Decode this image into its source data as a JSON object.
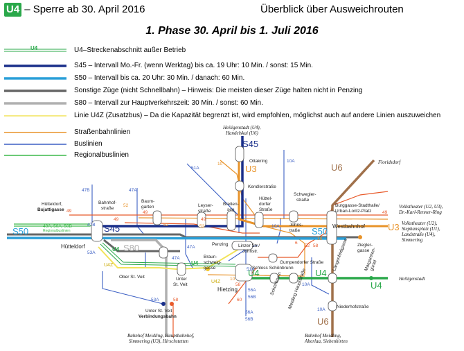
{
  "header": {
    "line_badge": "U4",
    "title_rest": "– Sperre ab 30. April 2016",
    "right_title": "Überblick über Ausweichrouten",
    "phase": "1. Phase   30. April bis 1. Juli 2016"
  },
  "legend": [
    {
      "text": "U4–Streckenabschnitt außer Betrieb",
      "color": "#2aa84a",
      "style": "closed",
      "mark": "U4"
    },
    {
      "text": "S45 – Intervall Mo.-Fr. (wenn Werktag) bis ca. 19 Uhr: 10 Min. / sonst: 15 Min.",
      "color": "#1a2f8a",
      "style": "thick"
    },
    {
      "text": "S50 – Intervall bis ca. 20 Uhr: 30 Min. / danach: 60 Min.",
      "color": "#2a9fd8",
      "style": "thick"
    },
    {
      "text": "Sonstige Züge (nicht Schnellbahn) – Hinweis: Die meisten dieser Züge halten nicht in Penzing",
      "color": "#666666",
      "style": "thick"
    },
    {
      "text": "S80 – Intervall zur Hauptverkehrszeit: 30 Min. / sonst: 60 Min.",
      "color": "#b0b0b0",
      "style": "thick"
    },
    {
      "text": "Linie U4Z (Zusatzbus) – Da die Kapazität begrenzt ist, wird empfohlen, möglichst auch auf andere Linien auszuweichen",
      "color": "#f2e35a",
      "style": "thin"
    },
    {
      "text": "Straßenbahnlinien",
      "color": "#e8932a",
      "style": "thin"
    },
    {
      "text": "Buslinien",
      "color": "#3b5fc4",
      "style": "thin"
    },
    {
      "text": "Regionalbuslinien",
      "color": "#3cb84a",
      "style": "thin"
    }
  ],
  "colors": {
    "u4": "#2aa84a",
    "u3": "#e8932a",
    "u6": "#a0704a",
    "s45": "#1a2f8a",
    "s50": "#2a9fd8",
    "other_trains": "#666666",
    "s80": "#b0b0b0",
    "u4z": "#f2e35a",
    "tram": "#e8932a",
    "tram_alt": "#e85a2a",
    "bus": "#3b5fc4",
    "regional": "#3cb84a",
    "station_fill": "#ffffff"
  },
  "map": {
    "lines": {
      "s45": "S45",
      "s50_left": "S50",
      "s50_right": "S50",
      "s80": "S80",
      "u3_top": "U3",
      "u3_right": "U3",
      "u4_mid": "U4",
      "u4_right": "U4",
      "u6_top": "U6",
      "u6_bottom": "U6",
      "u4_closed": "U4",
      "u4_closed2": "U4",
      "u4z_left": "U4Z",
      "u4z_right": "U4Z"
    },
    "stations": {
      "huetteldorf_bujatti_1": "Hütteldorf,",
      "huetteldorf_bujatti_2": "Bujattigasse",
      "bahnhof_1": "Bahnhof-",
      "bahnhof_2": "straße",
      "baumgarten_1": "Baum-",
      "baumgarten_2": "garten",
      "leyser_1": "Leyser-",
      "leyser_2": "straße",
      "breitensee_1": "Breiten-",
      "breitensee_2": "see",
      "ottakring": "Ottakring",
      "kendler": "Kendlerstraße",
      "huetteldorfer_1": "Hüttel-",
      "huetteldorfer_2": "dorfer",
      "huetteldorfer_3": "Straße",
      "schwegler_1": "Schwegler-",
      "schwegler_2": "straße",
      "johnstr_1": "Johns-",
      "johnstr_2": "traße",
      "burggasse_1": "Burggasse-Stadthalle/",
      "burggasse_2": "Urban-Loritz-Platz",
      "westbahnhof": "Westbahnhof",
      "zieglergasse_1": "Ziegler-",
      "zieglergasse_2": "gasse",
      "huetteldorf": "Hütteldorf",
      "penzing": "Penzing",
      "linzer_1": "Linzer Str./",
      "linzer_2": "Johnstr.",
      "gumpendorfer": "Gumpendorfer Straße",
      "schloss": "Schloss Schönbrunn",
      "oberstveit": "Ober St. Veit",
      "unterstveit_1": "Unter",
      "unterstveit_2": "St. Veit",
      "braunschweig_1": "Braun-",
      "braunschweig_2": "schweig-",
      "braunschweig_3": "gasse",
      "hietzing": "Hietzing",
      "schoenbrunn": "Schönbrunn",
      "meidling_hs": "Meidling Hauptstraße",
      "laengenfeld": "Längenfeldgasse",
      "margareten_1": "Margareten-",
      "margareten_2": "gürtel",
      "niederhof": "Niederhofstraße",
      "verbindung_1": "Unter St. Veit",
      "verbindung_2": "Verbindungsbahn"
    },
    "destinations": {
      "heiligenstadt_top_1": "Heiligenstadt (U4),",
      "heiligenstadt_top_2": "Handelskai (U6)",
      "floridsdorf": "Floridsdorf",
      "volkstheater_top_1": "Volkstheater (U2, U3),",
      "volkstheater_top_2": "Dr.-Karl-Renner-Ring",
      "volkstheater_r_1": "Volkstheater (U2),",
      "volkstheater_r_2": "Stephansplatz (U1),",
      "volkstheater_r_3": "Landstraße (U4),",
      "volkstheater_r_4": "Simmering",
      "heiligenstadt_r": "Heiligenstadt",
      "meidling_l_1": "Bahnhof Meidling, Hauptbahnhof,",
      "meidling_l_2": "Simmering (U3), Hirschstetten",
      "meidling_r_1": "Bahnhof Meidling,",
      "meidling_r_2": "Alterlaa, Siebenhirten",
      "regional_small": "Regionalbuslinien"
    },
    "routes": {
      "b47b_top": "47B",
      "b47a": "47A",
      "b51a": "51A",
      "b10a_top": "10A",
      "b10a_john": "10A",
      "b10a_bottom": "10A",
      "b10a_low": "10A",
      "t49_a": "49",
      "t49_b": "49",
      "t49_c": "49",
      "t49_d": "49",
      "t49_e": "49",
      "t52_a": "52",
      "t52_b": "52",
      "t52_c": "52",
      "t52_58a": "52",
      "t52_58b": "58",
      "t10_top": "10",
      "t10_bot": "10",
      "b49a_50a_50b": "49A, 50A, 50B",
      "b47b_mid": "47B",
      "b53a_top": "53A",
      "b53a_low": "53A",
      "t58_low": "58",
      "b47a_mid": "47A",
      "b47a_low": "47A",
      "b51a_low": "51A",
      "b56a": "56A",
      "b56b": "56B",
      "b56a_low": "56A",
      "b56b_low": "56B",
      "t60": "60",
      "t58_mid": "58",
      "t6_mid": "6",
      "t18": "18"
    }
  }
}
